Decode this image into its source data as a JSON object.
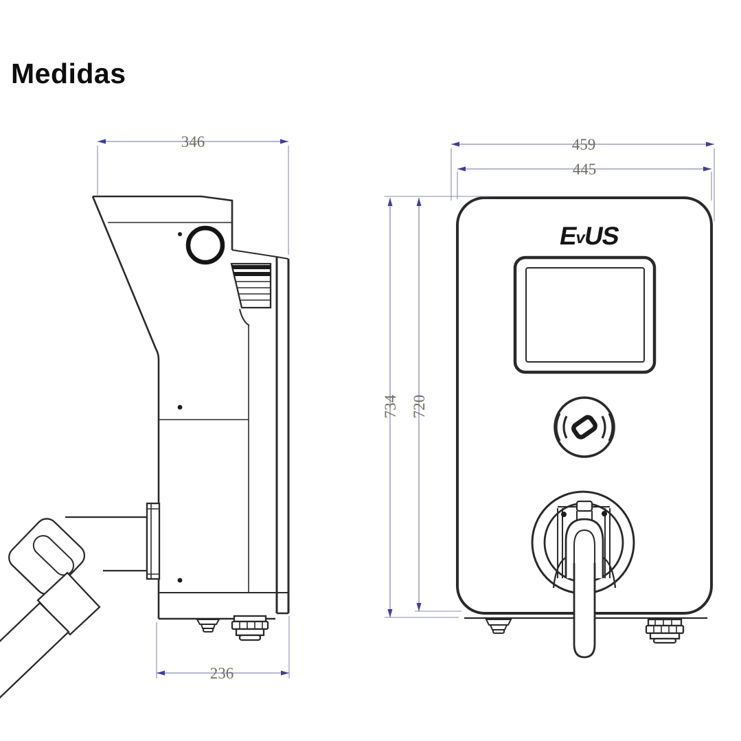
{
  "page": {
    "title": "Medidas"
  },
  "drawing": {
    "subject": "EV wallbox charger dimensional drawing, side view and front view",
    "units": "mm",
    "logo": "EVUS",
    "logo_parts": {
      "e": "E",
      "v": "v",
      "us": "US"
    },
    "dims": {
      "side_depth_top": "346",
      "side_depth_bottom": "236",
      "front_width_outer": "459",
      "front_width_inner": "445",
      "front_height_outer": "734",
      "front_height_inner": "720"
    },
    "colors": {
      "dimension_line": "#8a8abd",
      "dimension_arrow": "#3d3da0",
      "dimension_text": "#6f6f60",
      "drawing_line": "#2a2a2a",
      "background": "#ffffff"
    }
  }
}
